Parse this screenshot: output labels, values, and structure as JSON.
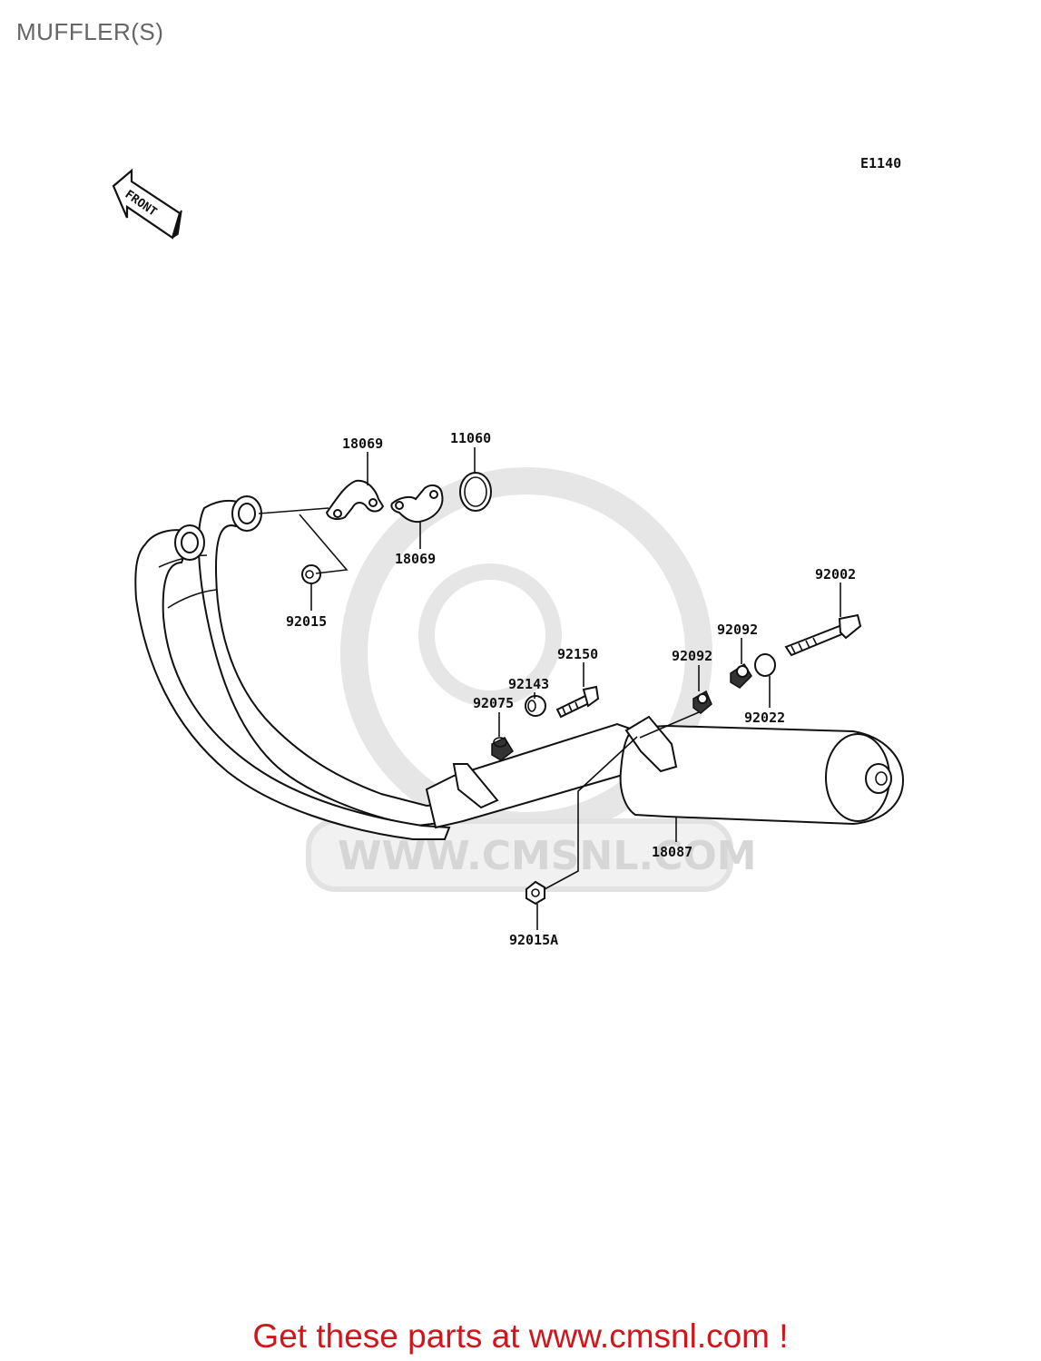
{
  "title": "MUFFLER(S)",
  "diagram_code": "E1140",
  "front_label": "FRONT",
  "watermark": "WWW.CMSNL.COM",
  "parts": {
    "p18069a": "18069",
    "p18069b": "18069",
    "p11060": "11060",
    "p92015": "92015",
    "p92002": "92002",
    "p92092a": "92092",
    "p92092b": "92092",
    "p92150": "92150",
    "p92143": "92143",
    "p92075": "92075",
    "p92022": "92022",
    "p18087": "18087",
    "p92015A": "92015A"
  },
  "promo_text": "Get these parts at www.cmsnl.com !",
  "colors": {
    "promo": "#d0161c",
    "title": "#666666",
    "watermark": "#d6d6d6"
  }
}
